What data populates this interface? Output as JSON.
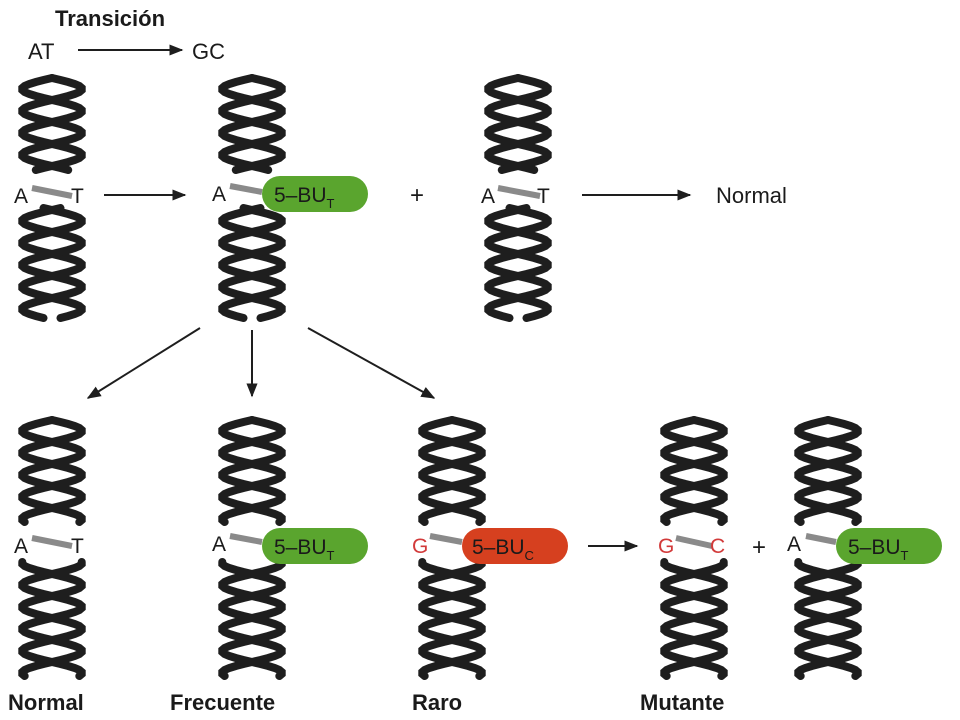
{
  "title": "Transición",
  "transition": {
    "from": "AT",
    "to": "GC"
  },
  "colors": {
    "strand": "#1e1e1e",
    "base_pair": "#8a8a8a",
    "tautomer_t": "#5aa52e",
    "tautomer_c": "#d6401f",
    "mutant_text": "#d23a3a",
    "text": "#1a1a1a"
  },
  "top_row": {
    "helix1": {
      "left_base": "A",
      "right_base": "T"
    },
    "helix2": {
      "left_base": "A",
      "analog": "5–BU",
      "analog_sub": "T"
    },
    "plus": "+",
    "helix3": {
      "left_base": "A",
      "right_base": "T"
    },
    "result": "Normal"
  },
  "bottom_row": {
    "normal": {
      "left_base": "A",
      "right_base": "T",
      "caption": "Normal"
    },
    "frequent": {
      "left_base": "A",
      "analog": "5–BU",
      "analog_sub": "T",
      "caption": "Frecuente"
    },
    "rare": {
      "left_base": "G",
      "analog": "5–BU",
      "analog_sub": "C",
      "caption": "Raro"
    },
    "mutant_pair": {
      "left_base": "G",
      "right_base": "C"
    },
    "plus": "+",
    "mutant_analog": {
      "left_base": "A",
      "analog": "5–BU",
      "analog_sub": "T"
    },
    "mutant_caption": "Mutante"
  },
  "icons": [
    "dna-helix-icon",
    "arrow-icon"
  ]
}
